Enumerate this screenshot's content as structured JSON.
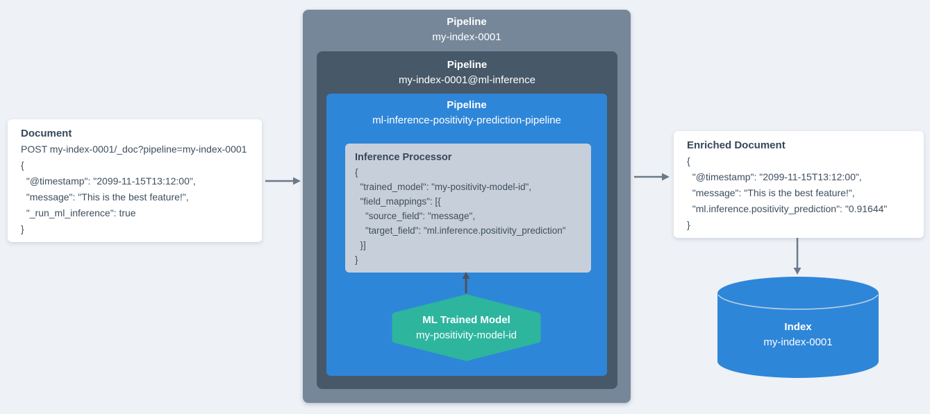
{
  "colors": {
    "background": "#eef1f6",
    "pipeline_outer": "#76879a",
    "pipeline_ml": "#475869",
    "pipeline_inference_blue": "#2e86d8",
    "processor_bg": "#c7d0da",
    "model_teal": "#2db59e",
    "index_blue": "#2e86d8",
    "arrow_gray": "#6b7a8b",
    "arrow_dark": "#4a545e",
    "text_dark": "#3a4a5b",
    "text_white": "#ffffff"
  },
  "document_card": {
    "title": "Document",
    "lines": [
      "POST my-index-0001/_doc?pipeline=my-index-0001",
      "{",
      "  \"@timestamp\": \"2099-11-15T13:12:00\",",
      "  \"message\": \"This is the best feature!\",",
      "  \"_run_ml_inference\": true",
      "}"
    ]
  },
  "pipeline_outer": {
    "label": "Pipeline",
    "name": "my-index-0001"
  },
  "pipeline_ml": {
    "label": "Pipeline",
    "name": "my-index-0001@ml-inference"
  },
  "pipeline_inference": {
    "label": "Pipeline",
    "name": "ml-inference-positivity-prediction-pipeline"
  },
  "inference_processor": {
    "title": "Inference Processor",
    "lines": [
      "{",
      "  \"trained_model\": \"my-positivity-model-id\",",
      "  \"field_mappings\": [{",
      "    \"source_field\": \"message\",",
      "    \"target_field\": \"ml.inference.positivity_prediction\"",
      "  }]",
      "}"
    ]
  },
  "trained_model": {
    "title": "ML Trained Model",
    "name": "my-positivity-model-id"
  },
  "enriched_card": {
    "title": "Enriched Document",
    "lines": [
      "{",
      "  \"@timestamp\": \"2099-11-15T13:12:00\",",
      "  \"message\": \"This is the best feature!\",",
      "  \"ml.inference.positivity_prediction\": \"0.91644\"",
      "}"
    ]
  },
  "index": {
    "title": "Index",
    "name": "my-index-0001"
  }
}
